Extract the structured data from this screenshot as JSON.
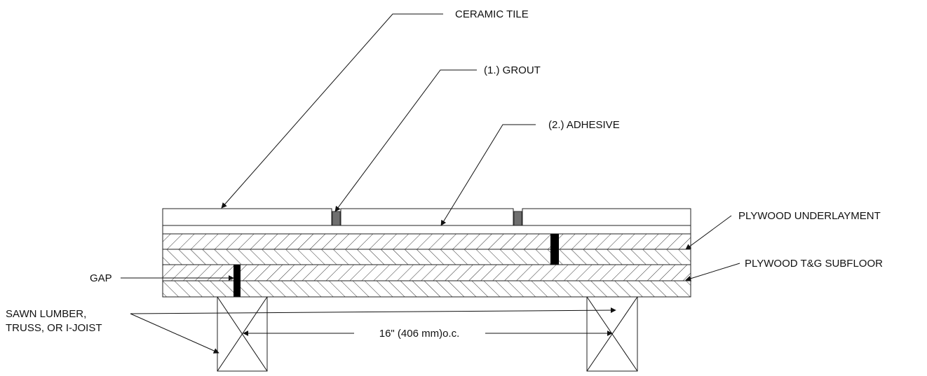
{
  "labels": {
    "ceramic_tile": "CERAMIC TILE",
    "grout": "(1.) GROUT",
    "adhesive": "(2.) ADHESIVE",
    "plywood_underlayment": "PLYWOOD UNDERLAYMENT",
    "plywood_subfloor": "PLYWOOD T&G SUBFLOOR",
    "gap": "GAP",
    "joist_line1": "SAWN LUMBER,",
    "joist_line2": "TRUSS, OR I-JOIST",
    "spacing": "16\" (406 mm)o.c."
  },
  "colors": {
    "line": "#111111",
    "grout_fill": "#6f6f6f",
    "gap_fill": "#000000",
    "hatch": "#333333"
  }
}
